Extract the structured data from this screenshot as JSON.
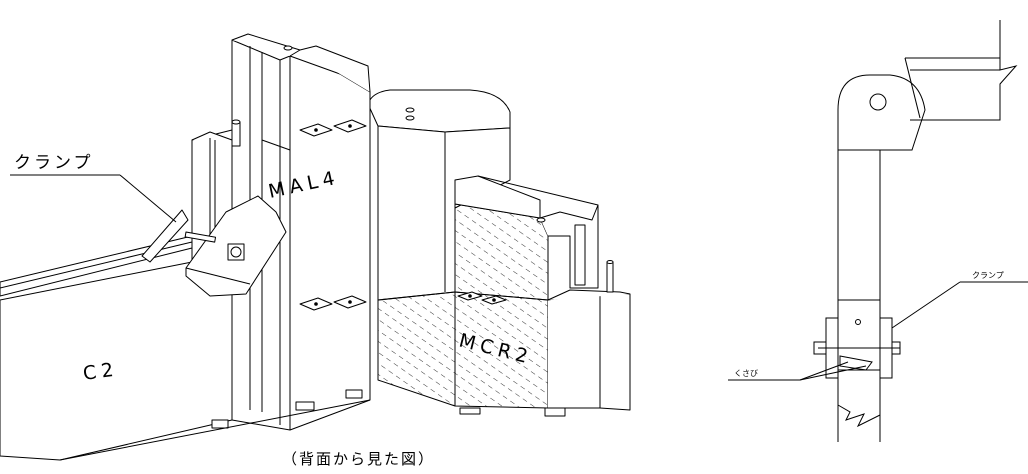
{
  "labels": {
    "clamp_main": "クランプ",
    "part_mal4": "MAL4",
    "part_mcr2": "MCR2",
    "part_c2": "C2",
    "caption": "（背面から見た図）",
    "clamp_side": "クランプ",
    "wedge": "くさび"
  },
  "colors": {
    "line": "#000000",
    "background": "#ffffff"
  }
}
